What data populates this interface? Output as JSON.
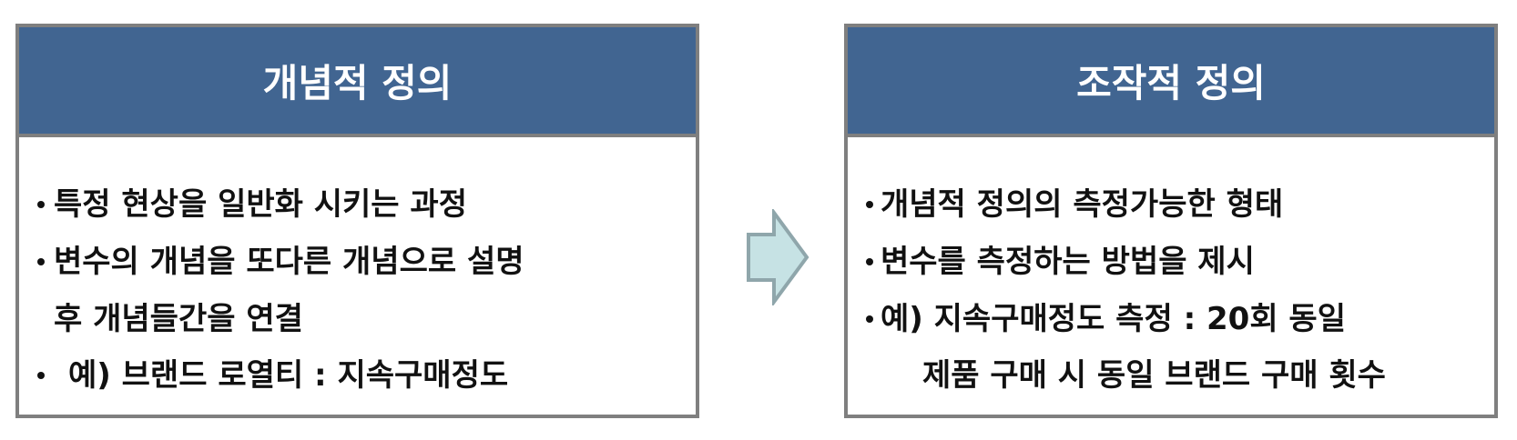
{
  "left_box": {
    "title": "개념적 정의",
    "lines": [
      "특정 현상을 일반화 시키는 과정",
      "변수의 개념을 또다른 개념으로 설명",
      "후  개념들간을 연결",
      "예) 브랜드 로열티 : 지속구매정도"
    ]
  },
  "right_box": {
    "title": "조작적 정의",
    "lines": [
      "개념적 정의의 측정가능한 형태",
      "변수를 측정하는 방법을 제시",
      "예) 지속구매정도 측정 : 20회 동일",
      "제품 구매 시 동일 브랜드 구매 횟수"
    ]
  },
  "colors": {
    "header_fill": "#416591",
    "box_border": "#7f7f7f",
    "arrow_fill": "#c6e2e4",
    "arrow_stroke": "#8fa6ab"
  }
}
